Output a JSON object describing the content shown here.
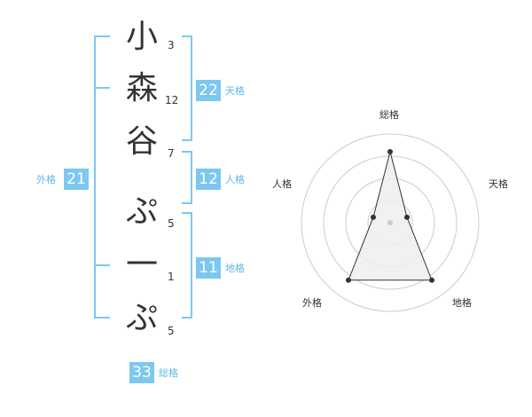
{
  "name": {
    "characters": [
      {
        "char": "小",
        "strokes": "3"
      },
      {
        "char": "森",
        "strokes": "12"
      },
      {
        "char": "谷",
        "strokes": "7"
      },
      {
        "char": "ぷ",
        "strokes": "5"
      },
      {
        "char": "一",
        "strokes": "1"
      },
      {
        "char": "ぷ",
        "strokes": "5"
      }
    ]
  },
  "fortunes": {
    "tenkaku": {
      "value": "22",
      "label": "天格"
    },
    "jinkaku": {
      "value": "12",
      "label": "人格"
    },
    "chikaku": {
      "value": "11",
      "label": "地格"
    },
    "gaikaku": {
      "value": "21",
      "label": "外格"
    },
    "soukaku": {
      "value": "33",
      "label": "総格"
    }
  },
  "colors": {
    "bracket": "#7cc8f0",
    "badge": "#7cc8f0",
    "label": "#5fb7e8",
    "grid": "#cccccc",
    "fill": "#eeeeee",
    "line": "#333333"
  },
  "chart_data": {
    "type": "radar",
    "axes": [
      "総格",
      "天格",
      "地格",
      "外格",
      "人格"
    ],
    "values": [
      4,
      1,
      4,
      4,
      1
    ],
    "range": [
      0,
      5
    ],
    "rings": 4
  }
}
